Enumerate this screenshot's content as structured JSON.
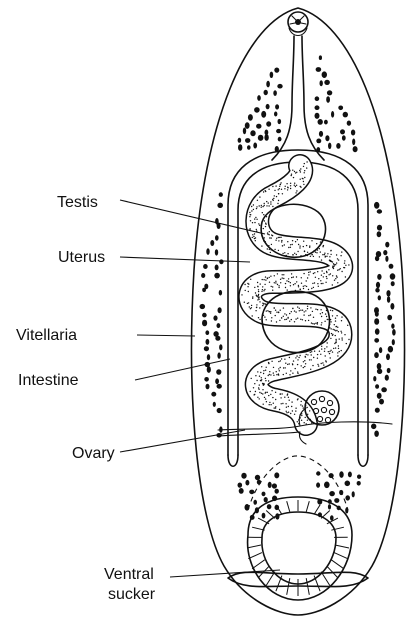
{
  "labels": {
    "testis": "Testis",
    "uterus": "Uterus",
    "vitellaria": "Vitellaria",
    "intestine": "Intestine",
    "ovary": "Ovary",
    "ventral_sucker_line1": "Ventral",
    "ventral_sucker_line2": "sucker"
  },
  "colors": {
    "ink": "#111111",
    "paper": "#ffffff"
  }
}
